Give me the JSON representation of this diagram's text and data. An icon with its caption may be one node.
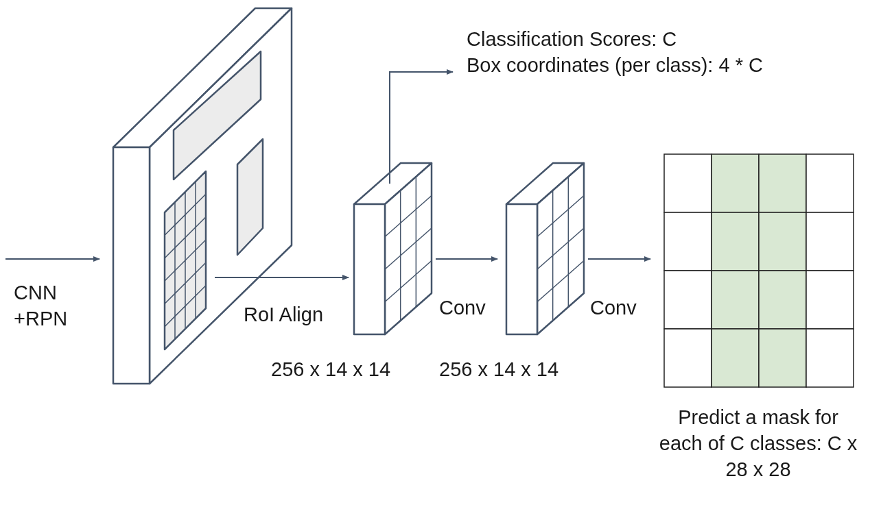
{
  "diagram": {
    "nodes": [
      {
        "text": [],
        "shape": "box"
      },
      {
        "text": [],
        "shape": "box",
        "in": 0
      },
      {
        "text": [],
        "shape": "box",
        "beside": [
          "256 x 14 x 14"
        ]
      },
      {
        "text": [],
        "shape": "box",
        "beside": [
          "256 x 14 x 14"
        ]
      },
      {
        "text": [],
        "shape": "box",
        "beside": [
          "Predict a mask for each of C classes: C x 28 x 28"
        ]
      },
      {
        "text": [
          "Classification Scores: C",
          "Box coordinates (per class): 4 * C"
        ]
      }
    ],
    "edges": [
      {
        "from": null,
        "to": 0,
        "arrow": "to",
        "label": "CNN +RPN"
      },
      {
        "from": 1,
        "to": 2,
        "arrow": "to",
        "label": "RoI Align"
      },
      {
        "from": 2,
        "to": 3,
        "arrow": "to",
        "label": "Conv"
      },
      {
        "from": 3,
        "to": 4,
        "arrow": "to",
        "label": "Conv"
      },
      {
        "from": 2,
        "to": 5,
        "arrow": "to"
      }
    ]
  }
}
